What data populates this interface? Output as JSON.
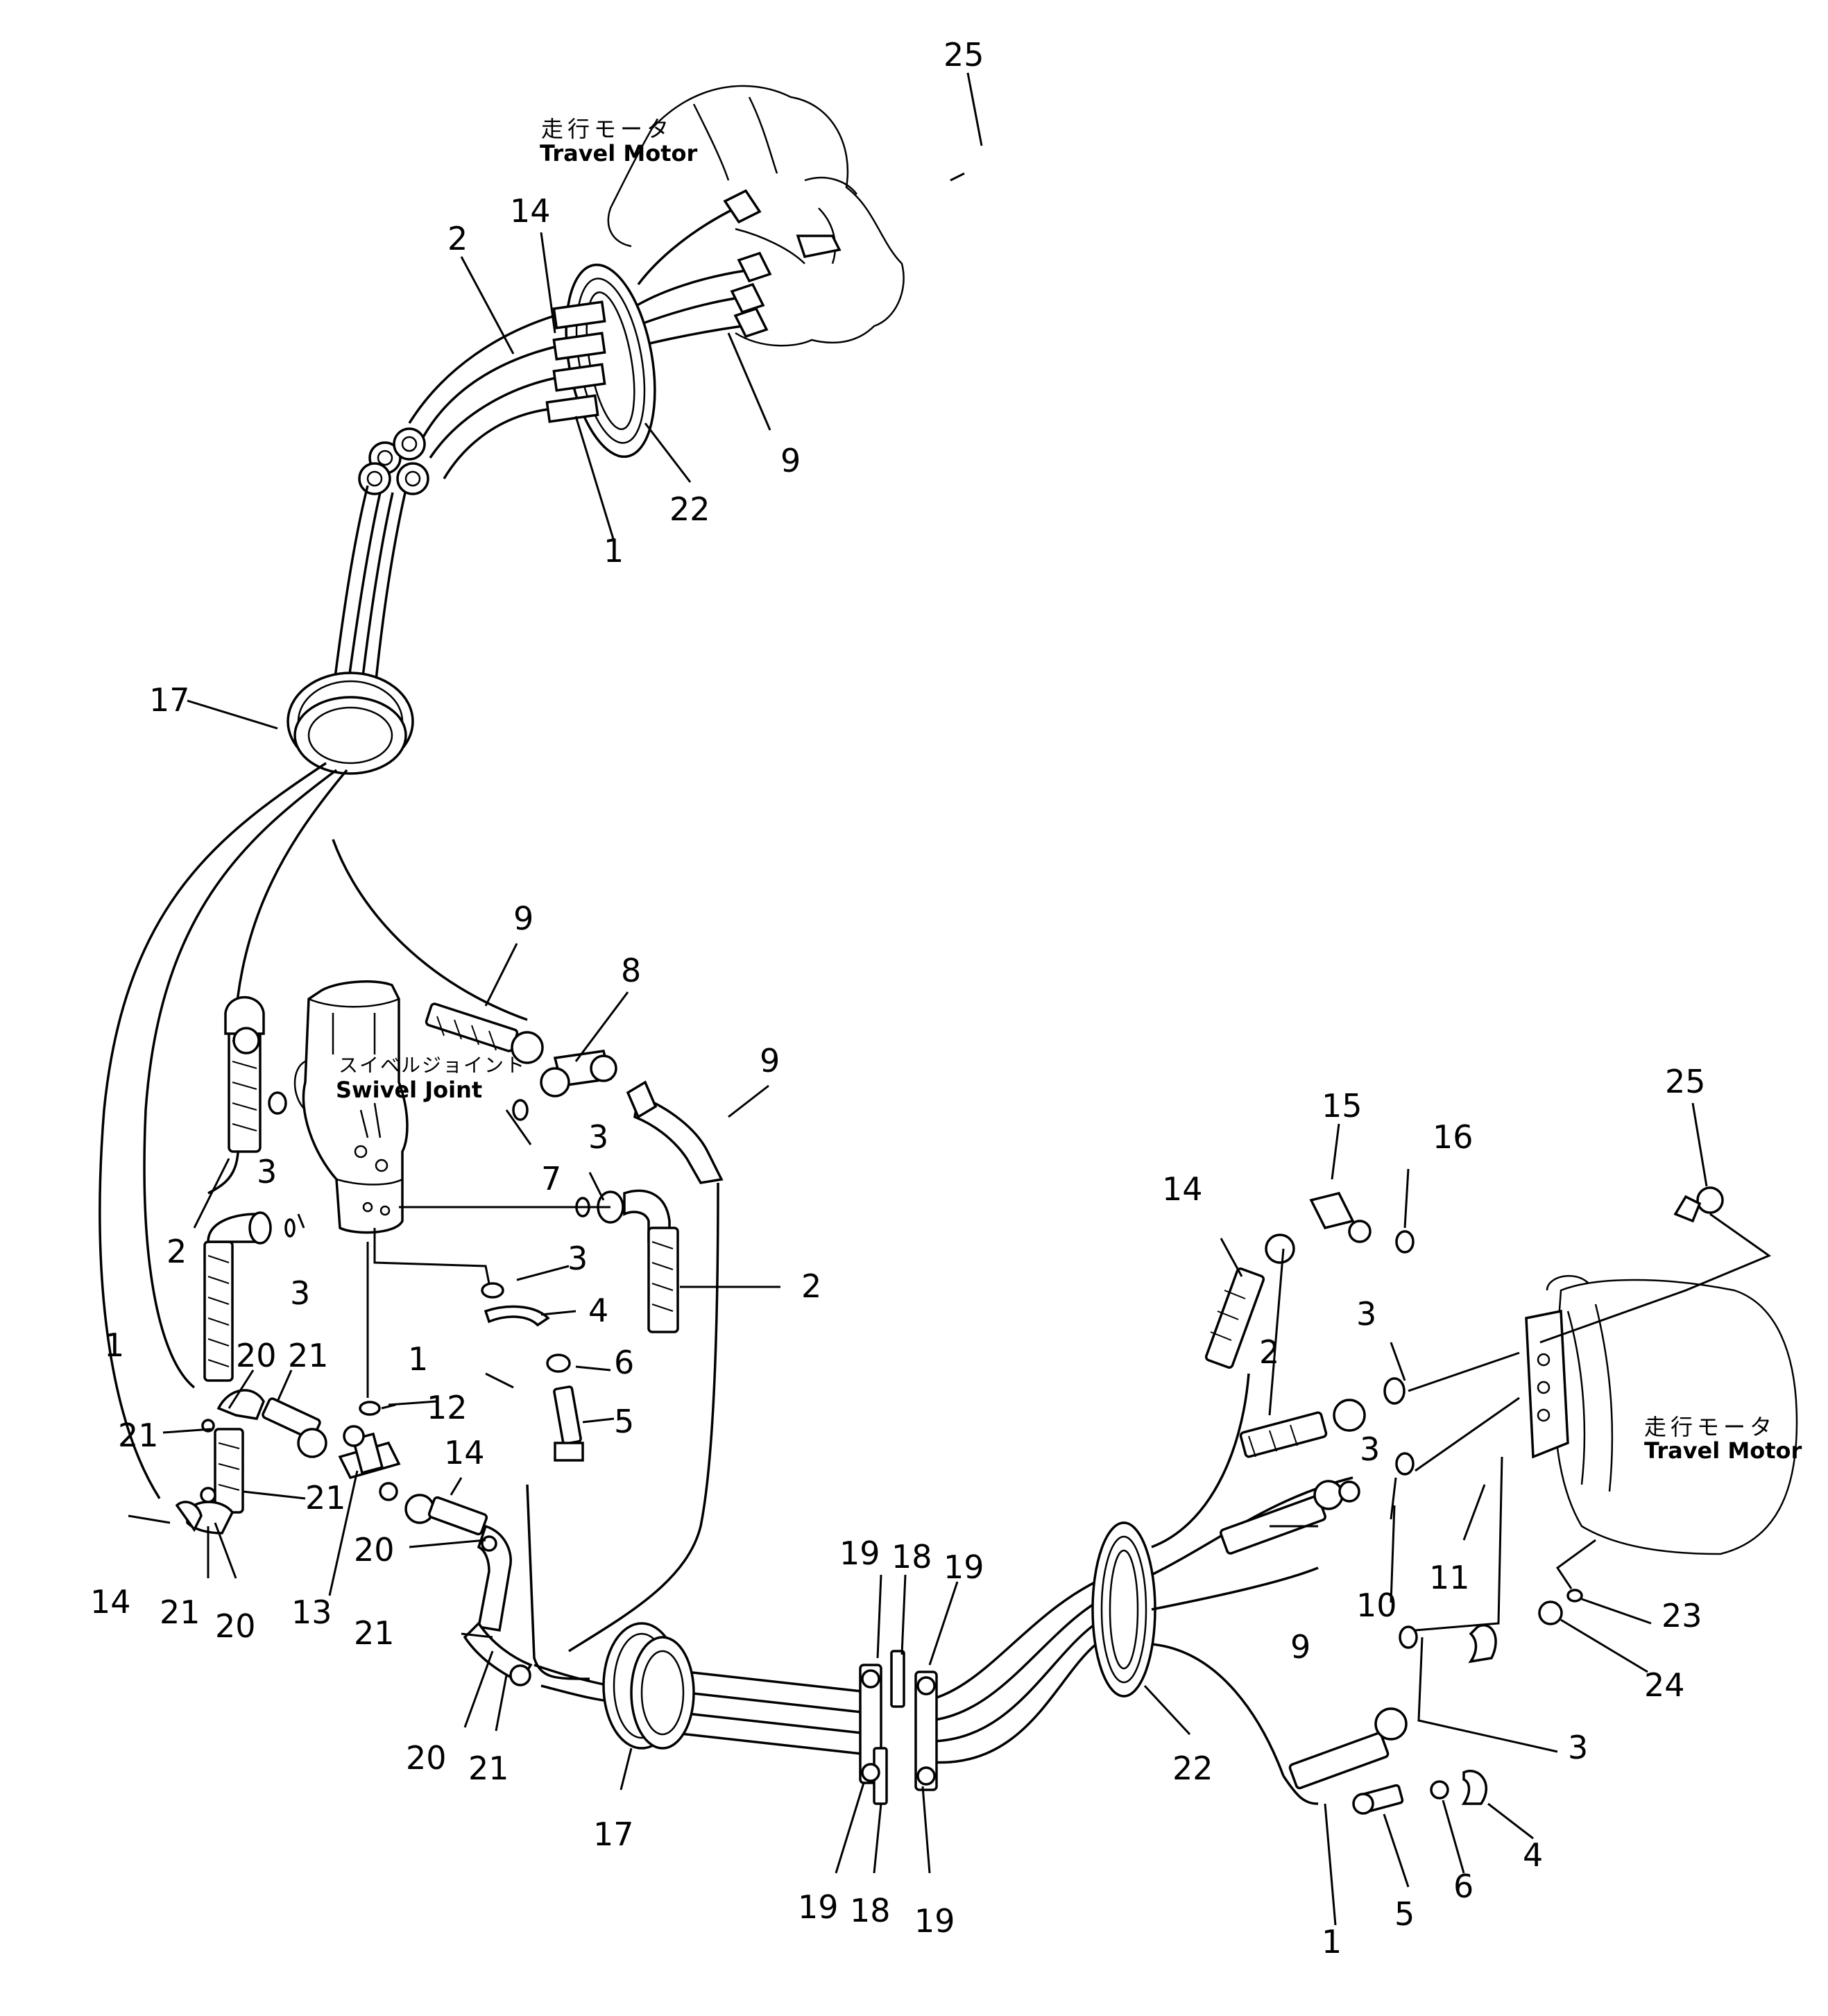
{
  "component_labels": {
    "travel_motor_top_jp": "走行モータ",
    "travel_motor_top_en": "Travel Motor",
    "swivel_joint_jp": "スイベルジョイント",
    "swivel_joint_en": "Swivel Joint",
    "travel_motor_right_jp": "走行モータ",
    "travel_motor_right_en": "Travel Motor"
  },
  "callouts": [
    "25",
    "14",
    "2",
    "9",
    "22",
    "1",
    "17",
    "9",
    "8",
    "9",
    "3",
    "2",
    "3",
    "7",
    "3",
    "2",
    "3",
    "4",
    "1",
    "6",
    "5",
    "1",
    "20",
    "21",
    "21",
    "21",
    "12",
    "14",
    "13",
    "14",
    "21",
    "20",
    "20",
    "21",
    "20",
    "21",
    "17",
    "19",
    "18",
    "19",
    "19",
    "18",
    "19",
    "22",
    "15",
    "16",
    "14",
    "25",
    "3",
    "2",
    "3",
    "10",
    "11",
    "9",
    "23",
    "24",
    "3",
    "4",
    "6",
    "5",
    "1"
  ]
}
